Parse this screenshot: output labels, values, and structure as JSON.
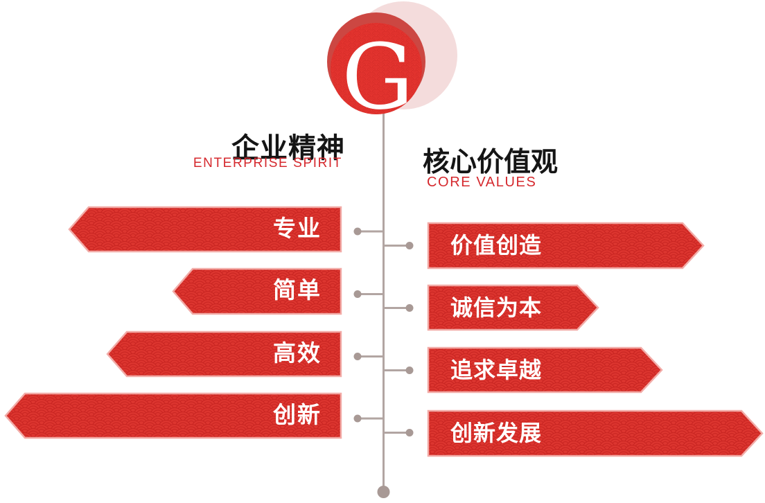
{
  "logo": {
    "letter": "G"
  },
  "left_section": {
    "title": "企业精神",
    "subtitle": "ENTERPRISE SPIRIT",
    "items": [
      {
        "label": "专业"
      },
      {
        "label": "简单"
      },
      {
        "label": "高效"
      },
      {
        "label": "创新"
      }
    ]
  },
  "right_section": {
    "title": "核心价值观",
    "subtitle": "CORE VALUES",
    "items": [
      {
        "label": "价值创造"
      },
      {
        "label": "诚信为本"
      },
      {
        "label": "追求卓越"
      },
      {
        "label": "创新发展"
      }
    ]
  },
  "colors": {
    "banner_red": "#dc342f",
    "pattern_arc_red": "#c5211e",
    "banner_border_pink": "#f2aba7",
    "accent_red": "#d5282d",
    "heading_black": "#151515",
    "connector_gray": "#b2a5a2",
    "dot_gray": "#a89995",
    "logo_pale_pink": "#f4dcdc",
    "logo_dark_red": "#cc4742",
    "logo_bright_red": "#e6352f",
    "banner_text_white": "#ffffff"
  }
}
